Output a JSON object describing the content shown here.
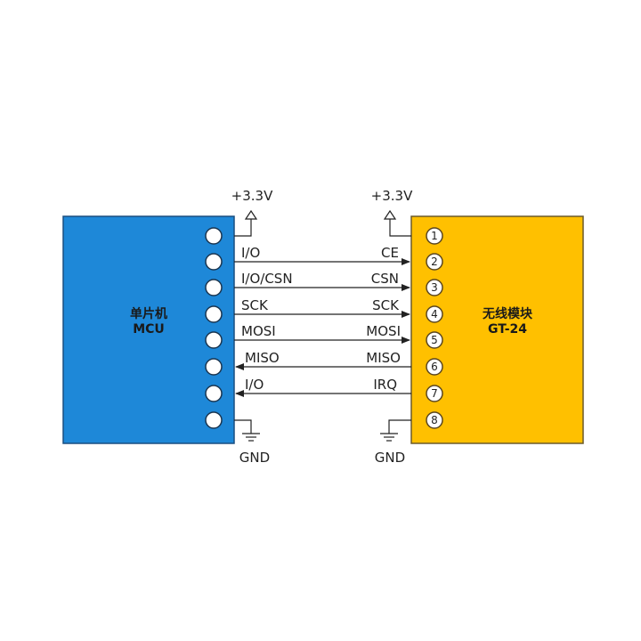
{
  "diagram": {
    "type": "wiring",
    "mcu": {
      "title_cn": "单片机",
      "title_en": "MCU",
      "color": "#1e88d8",
      "power_label": "+3.3V",
      "ground_label": "GND"
    },
    "module": {
      "title_cn": "无线模块",
      "title_en": "GT-24",
      "color": "#ffc000",
      "power_label": "+3.3V",
      "ground_label": "GND",
      "pins": [
        "1",
        "2",
        "3",
        "4",
        "5",
        "6",
        "7",
        "8"
      ]
    },
    "connections": [
      {
        "mcu_label": "I/O",
        "module_label": "CE",
        "direction": "to-module"
      },
      {
        "mcu_label": "I/O/CSN",
        "module_label": "CSN",
        "direction": "to-module"
      },
      {
        "mcu_label": "SCK",
        "module_label": "SCK",
        "direction": "to-module"
      },
      {
        "mcu_label": "MOSI",
        "module_label": "MOSI",
        "direction": "to-module"
      },
      {
        "mcu_label": "MISO",
        "module_label": "MISO",
        "direction": "to-mcu"
      },
      {
        "mcu_label": "I/O",
        "module_label": "IRQ",
        "direction": "to-mcu"
      }
    ]
  }
}
